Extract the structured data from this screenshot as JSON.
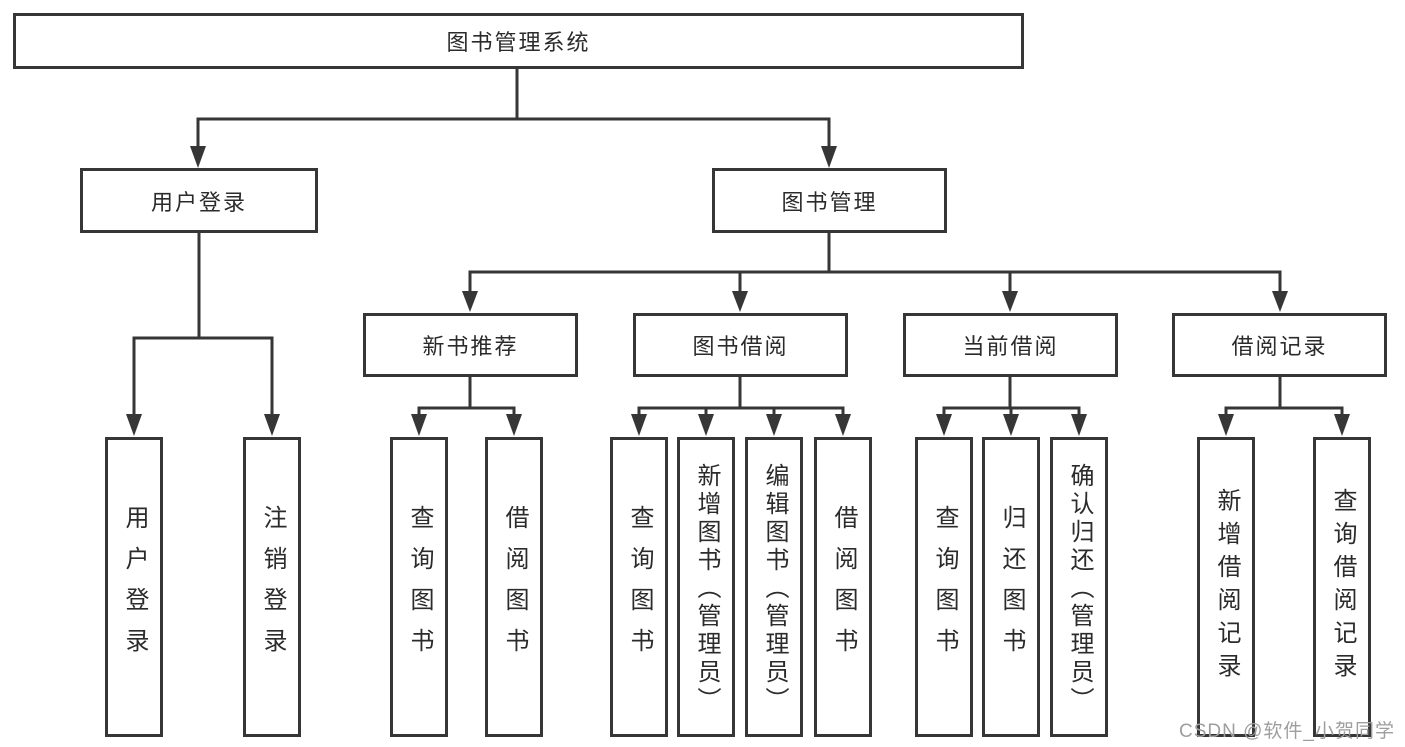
{
  "colors": {
    "background": "#ffffff",
    "line": "#363636",
    "box_border": "#363636",
    "text": "#2b2b2b",
    "watermark_text": "#9e9e9e"
  },
  "diagram": {
    "root": "图书管理系统",
    "login": {
      "label": "用户登录",
      "children": [
        "用户登录",
        "注销登录"
      ]
    },
    "management": {
      "label": "图书管理"
    },
    "modules": [
      {
        "label": "新书推荐",
        "children": [
          "查询图书",
          "借阅图书"
        ]
      },
      {
        "label": "图书借阅",
        "children": [
          "查询图书",
          "新增图书（管理员）",
          "编辑图书（管理员）",
          "借阅图书"
        ]
      },
      {
        "label": "当前借阅",
        "children": [
          "查询图书",
          "归还图书",
          "确认归还（管理员）"
        ]
      },
      {
        "label": "借阅记录",
        "children": [
          "新增借阅记录",
          "查询借阅记录"
        ]
      }
    ],
    "watermark": "CSDN @软件_小贺同学"
  }
}
